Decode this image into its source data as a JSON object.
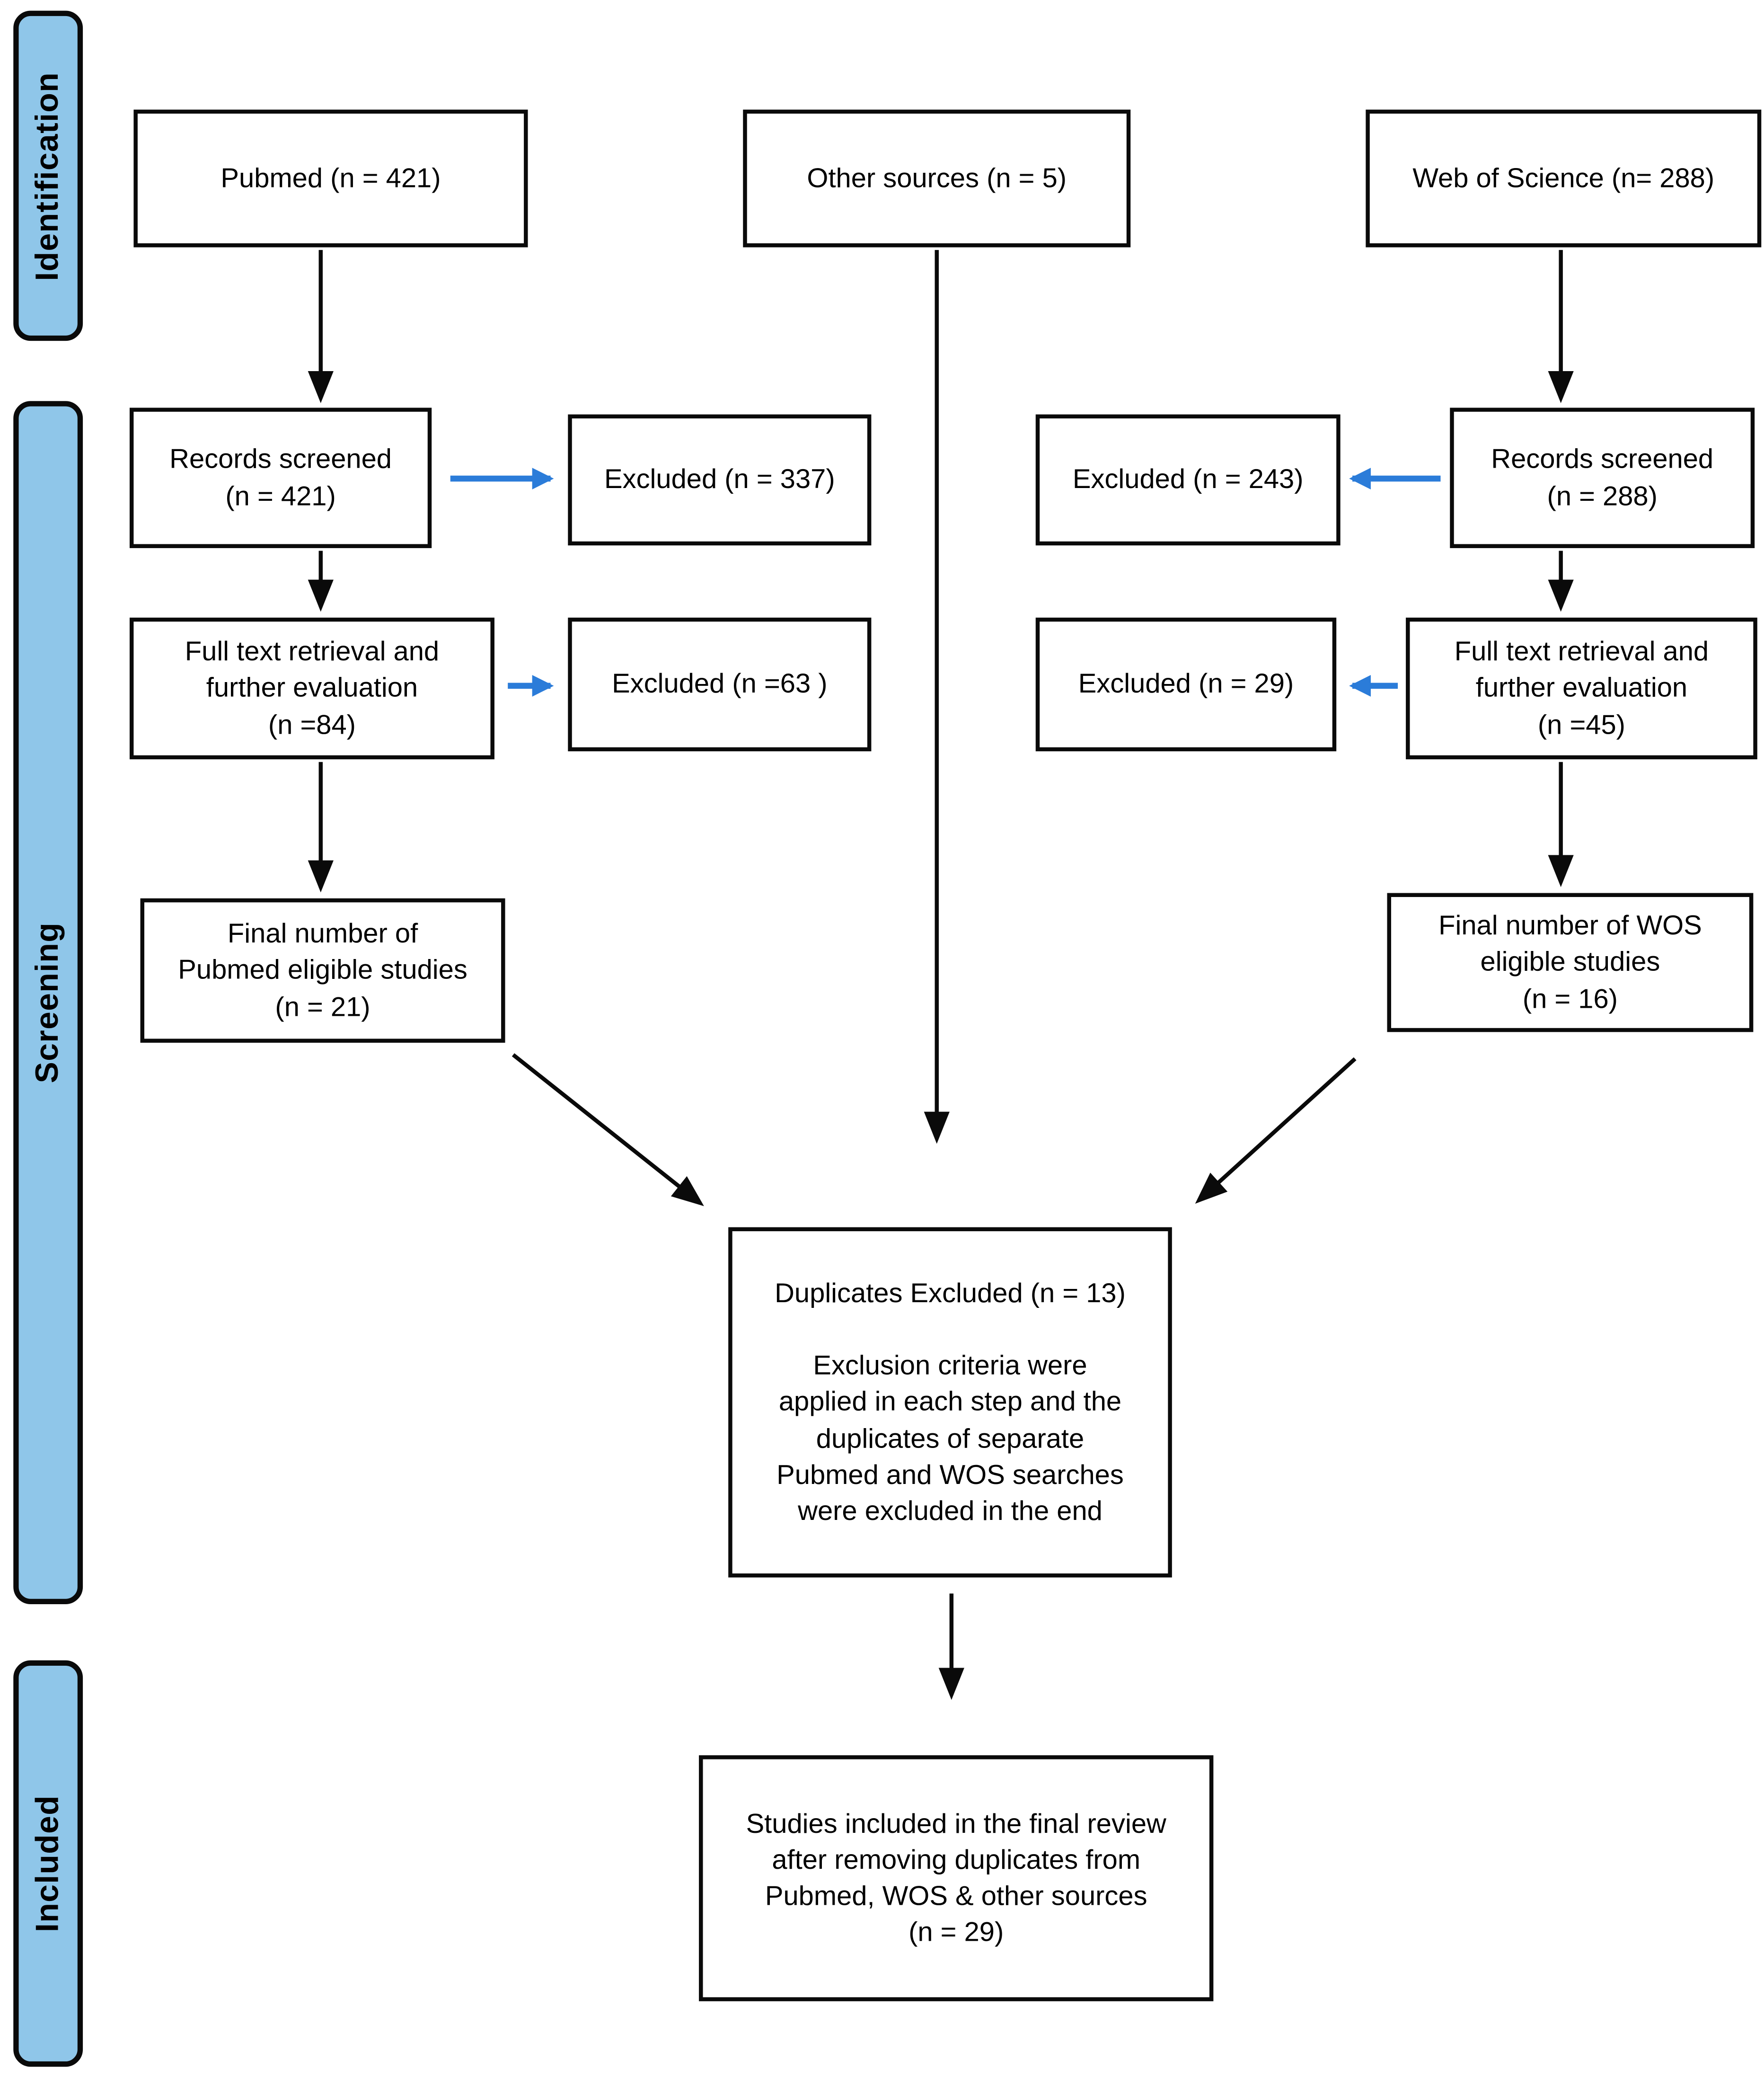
{
  "sidebar": {
    "identification": "Identification",
    "screening": "Screening",
    "included": "Included"
  },
  "boxes": {
    "pubmed": {
      "text": "Pubmed (n = 421)"
    },
    "other_sources": {
      "text": "Other sources (n = 5)"
    },
    "web_of_science": {
      "text": "Web of Science (n= 288)"
    },
    "records_pubmed": {
      "text": "Records screened\n(n = 421)"
    },
    "excluded_pubmed_screen": {
      "text": "Excluded (n = 337)"
    },
    "excluded_wos_screen": {
      "text": "Excluded (n = 243)"
    },
    "records_wos": {
      "text": "Records screened\n(n = 288)"
    },
    "fulltext_pubmed": {
      "text": "Full text retrieval and\nfurther evaluation\n(n =84)"
    },
    "excluded_pubmed_fulltext": {
      "text": "Excluded (n =63 )"
    },
    "excluded_wos_fulltext": {
      "text": "Excluded (n = 29)"
    },
    "fulltext_wos": {
      "text": "Full text retrieval and\nfurther evaluation\n(n =45)"
    },
    "final_pubmed": {
      "text": "Final number of\nPubmed eligible studies\n(n = 21)"
    },
    "final_wos": {
      "text": "Final number of WOS\neligible studies\n(n = 16)"
    },
    "duplicates": {
      "text": "Duplicates Excluded (n = 13)\n\nExclusion criteria were\napplied in each step and the\nduplicates of separate\nPubmed and WOS searches\nwere excluded in the end"
    },
    "included_final": {
      "text": "Studies included in the final review\nafter removing duplicates from\nPubmed, WOS & other sources\n(n = 29)"
    }
  },
  "colors": {
    "stage_fill": "#8fc6e9",
    "stage_border": "#0a0a0a",
    "box_border": "#0a0a0a",
    "arrow_black": "#0a0a0a",
    "arrow_blue": "#2b7cd9"
  }
}
